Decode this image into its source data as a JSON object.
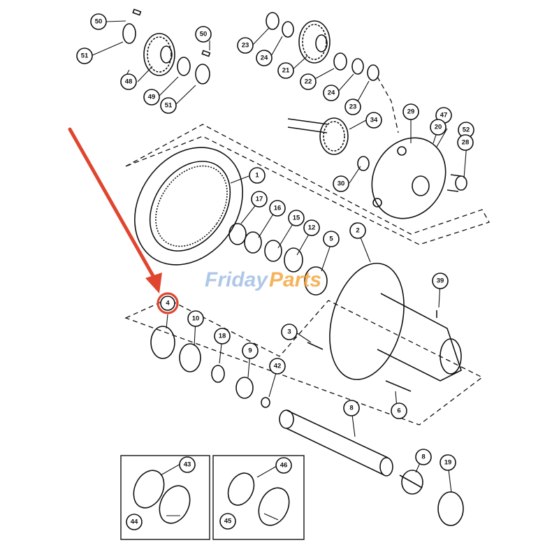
{
  "watermark": {
    "brand": "Friday",
    "brand_rest": "Parts"
  },
  "highlighted_callout": "4",
  "callouts": {
    "c1": "1",
    "c2": "2",
    "c3": "3",
    "c4": "4",
    "c5": "5",
    "c6": "6",
    "c8a": "8",
    "c8b": "8",
    "c9": "9",
    "c10": "10",
    "c12": "12",
    "c15": "15",
    "c16": "16",
    "c17": "17",
    "c18": "18",
    "c19": "19",
    "c20": "20",
    "c21": "21",
    "c22": "22",
    "c23a": "23",
    "c23b": "23",
    "c24a": "24",
    "c24b": "24",
    "c28": "28",
    "c29": "29",
    "c30": "30",
    "c34": "34",
    "c39": "39",
    "c42": "42",
    "c43": "43",
    "c44": "44",
    "c45": "45",
    "c46": "46",
    "c47": "47",
    "c48": "48",
    "c49": "49",
    "c50a": "50",
    "c50b": "50",
    "c51a": "51",
    "c51b": "51",
    "c52": "52"
  },
  "colors": {
    "arrow": "#e0462f",
    "watermark_blue": "#6e9ad6",
    "watermark_orange": "#f2a033"
  }
}
